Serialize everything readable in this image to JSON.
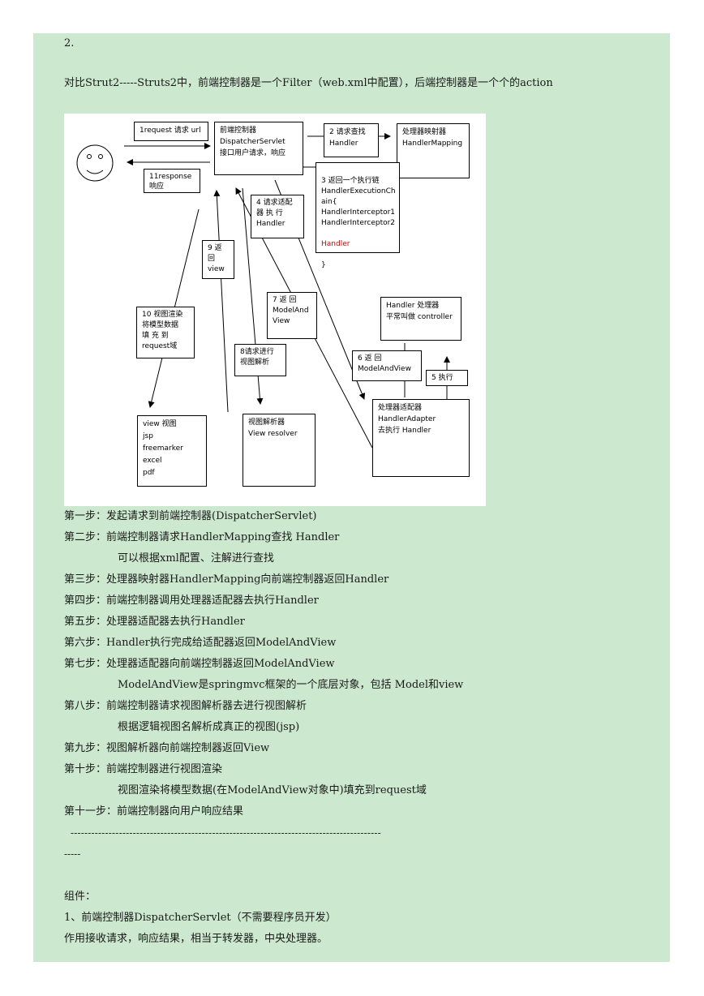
{
  "top_num": "2.",
  "intro": "对比Strut2-----Struts2中，前端控制器是一个Filter（web.xml中配置），后端控制器是一个个的action",
  "diagram": {
    "request": "1request 请求 url",
    "response": "11response\n响应",
    "dispatcher": "前端控制器\nDispatcherServlet\n接口用户请求，响应",
    "find_handler": "2 请求查找\nHandler",
    "mapping": "处理器映射器\nHandlerMapping",
    "chain": "3 返回一个执行链\nHandlerExecutionCh\nain{\nHandlerInterceptor1\nHandlerInterceptor2",
    "chain_handler": " Handler",
    "chain_end": "}",
    "adapt": "4 请求适配\n器  执  行\nHandler",
    "return_view": "9  返\n回\nview",
    "return_mav": "7   返  回\nModelAnd\nView",
    "handler": "Handler 处理器\n平常叫做 controller",
    "render": "10 视图渲染\n将模型数据\n填   充   到\nrequest域",
    "resolve": "8请求进行\n视图解析",
    "mav6": "6     返     回\nModelAndView",
    "exec5": "5 执行",
    "view": "view 视图\njsp\nfreemarker\nexcel\npdf",
    "resolver": "视图解析器\nView resolver",
    "adapter": "处理器适配器\nHandlerAdapter\n去执行 Handler"
  },
  "steps": [
    "第一步：发起请求到前端控制器(DispatcherServlet)",
    "第二步：前端控制器请求HandlerMapping查找 Handler",
    "可以根据xml配置、注解进行查找",
    "第三步：处理器映射器HandlerMapping向前端控制器返回Handler",
    "第四步：前端控制器调用处理器适配器去执行Handler",
    "第五步：处理器适配器去执行Handler",
    "第六步：Handler执行完成给适配器返回ModelAndView",
    "第七步：处理器适配器向前端控制器返回ModelAndView",
    "ModelAndView是springmvc框架的一个底层对象，包括 Model和view",
    "第八步：前端控制器请求视图解析器去进行视图解析",
    "根据逻辑视图名解析成真正的视图(jsp)",
    "第九步：视图解析器向前端控制器返回View",
    "第十步：前端控制器进行视图渲染",
    "视图渲染将模型数据(在ModelAndView对象中)填充到request域",
    "第十一步：前端控制器向用户响应结果"
  ],
  "divider1": "------------------------------------------------------------------------------------------",
  "divider2": "-----",
  "components_title": "组件：",
  "comp1": "1、前端控制器DispatcherServlet（不需要程序员开发）",
  "comp1_desc": "作用接收请求，响应结果，相当于转发器，中央处理器。"
}
